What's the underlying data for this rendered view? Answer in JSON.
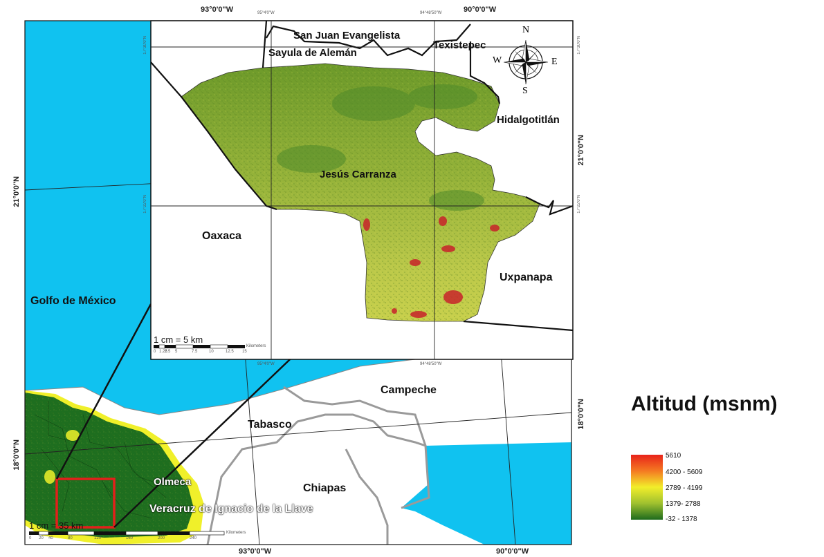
{
  "coords": {
    "top_left": "93°0'0\"W",
    "top_right": "90°0'0\"W",
    "bottom_left": "93°0'0\"W",
    "bottom_right": "90°0'0\"W",
    "left_upper": "21°0'0\"N",
    "left_lower": "18°0'0\"N",
    "right_upper": "21°0'0\"N",
    "right_lower": "18°0'0\"N"
  },
  "inset_coords": {
    "top_a": "95°4'0\"W",
    "top_b": "94°48'50\"W",
    "bottom_a": "95°4'0\"W",
    "bottom_b": "94°48'50\"W",
    "left_a": "17°30'0\"N",
    "left_b": "17°22'0\"N",
    "right_a": "17°30'0\"N",
    "right_b": "17°22'0\"N"
  },
  "places": {
    "san_juan": "San Juan Evangelista",
    "sayula": "Sayula de Alemán",
    "texistepec": "Texistepec",
    "hidalgotitlan": "Hidalgotitlán",
    "jesus_carranza": "Jesús Carranza",
    "oaxaca": "Oaxaca",
    "uxpanapa": "Uxpanapa",
    "golfo": "Golfo de México",
    "campeche": "Campeche",
    "tabasco": "Tabasco",
    "chiapas": "Chiapas",
    "olmeca": "Olmeca",
    "veracruz": "Veracruz de Ignacio de la Llave"
  },
  "compass": {
    "n": "N",
    "s": "S",
    "e": "E",
    "w": "W"
  },
  "inset_scale": {
    "label": "1 cm = 5 km",
    "ticks": [
      "0",
      "1.25",
      "2.5",
      "5",
      "7.5",
      "10",
      "12.5",
      "15"
    ],
    "units": "Kilometers"
  },
  "main_scale": {
    "label": "1 cm = 35 km",
    "ticks": [
      "0",
      "20",
      "40",
      "80",
      "120",
      "160",
      "200",
      "240"
    ],
    "units": "Kilometers"
  },
  "legend": {
    "title": "Altitud (msnm)",
    "items": [
      "5610",
      "4200 - 5609",
      "2789 - 4199",
      "1379- 2788",
      "-32 - 1378"
    ],
    "gradient": [
      "#e8231a",
      "#f47a22",
      "#f2ee2a",
      "#9fc02f",
      "#1e6b1d"
    ]
  },
  "colors": {
    "sea": "#10c2f0",
    "land": "#ffffff",
    "forest": "#1e6e1f",
    "highlight": "#f0f02a",
    "frame": "#e3201b"
  }
}
